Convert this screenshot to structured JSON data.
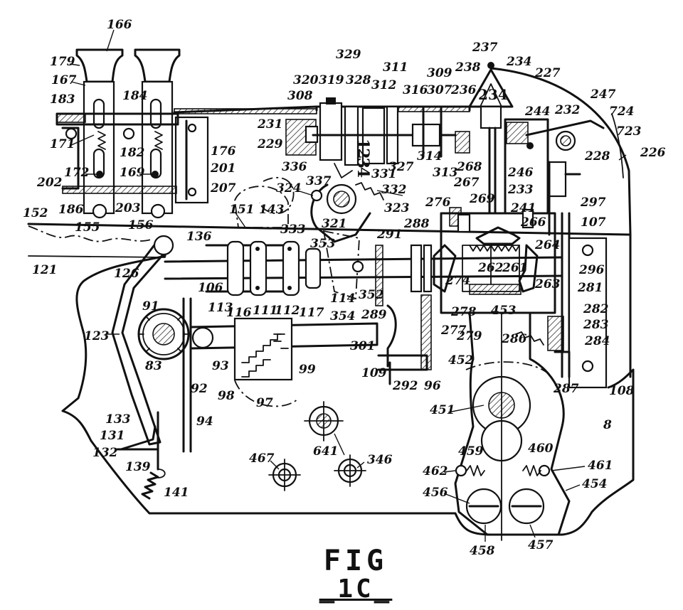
{
  "figure": {
    "word": "FIG",
    "number": "_1C_"
  },
  "counter_digits": {
    "left": "1234",
    "top": "234"
  },
  "reference_numerals": [
    {
      "id": "n166",
      "text": "166"
    },
    {
      "id": "n179",
      "text": "179"
    },
    {
      "id": "n167",
      "text": "167"
    },
    {
      "id": "n183",
      "text": "183"
    },
    {
      "id": "n184",
      "text": "184"
    },
    {
      "id": "n171",
      "text": "171"
    },
    {
      "id": "n182",
      "text": "182"
    },
    {
      "id": "n172",
      "text": "172"
    },
    {
      "id": "n169",
      "text": "169"
    },
    {
      "id": "n202",
      "text": "202"
    },
    {
      "id": "n176",
      "text": "176"
    },
    {
      "id": "n201",
      "text": "201"
    },
    {
      "id": "n207",
      "text": "207"
    },
    {
      "id": "n152",
      "text": "152"
    },
    {
      "id": "n186",
      "text": "186"
    },
    {
      "id": "n203",
      "text": "203"
    },
    {
      "id": "n155",
      "text": "155"
    },
    {
      "id": "n156",
      "text": "156"
    },
    {
      "id": "n136",
      "text": "136"
    },
    {
      "id": "n121",
      "text": "121"
    },
    {
      "id": "n151",
      "text": "151"
    },
    {
      "id": "n143",
      "text": "143"
    },
    {
      "id": "n333",
      "text": "333"
    },
    {
      "id": "n324",
      "text": "324"
    },
    {
      "id": "n320",
      "text": "320"
    },
    {
      "id": "n319",
      "text": "319"
    },
    {
      "id": "n329",
      "text": "329"
    },
    {
      "id": "n328",
      "text": "328"
    },
    {
      "id": "n311",
      "text": "311"
    },
    {
      "id": "n312",
      "text": "312"
    },
    {
      "id": "n316",
      "text": "316"
    },
    {
      "id": "n307",
      "text": "307"
    },
    {
      "id": "n309",
      "text": "309"
    },
    {
      "id": "n236",
      "text": "236"
    },
    {
      "id": "n237",
      "text": "237"
    },
    {
      "id": "n238",
      "text": "238"
    },
    {
      "id": "n234",
      "text": "234"
    },
    {
      "id": "n227",
      "text": "227"
    },
    {
      "id": "n308",
      "text": "308"
    },
    {
      "id": "n231",
      "text": "231"
    },
    {
      "id": "n229",
      "text": "229"
    },
    {
      "id": "n336",
      "text": "336"
    },
    {
      "id": "n337",
      "text": "337"
    },
    {
      "id": "n331",
      "text": "331"
    },
    {
      "id": "n327",
      "text": "327"
    },
    {
      "id": "n314",
      "text": "314"
    },
    {
      "id": "n313",
      "text": "313"
    },
    {
      "id": "n268",
      "text": "268"
    },
    {
      "id": "n267",
      "text": "267"
    },
    {
      "id": "n244",
      "text": "244"
    },
    {
      "id": "n232",
      "text": "232"
    },
    {
      "id": "n247",
      "text": "247"
    },
    {
      "id": "n724",
      "text": "724"
    },
    {
      "id": "n723",
      "text": "723"
    },
    {
      "id": "n228",
      "text": "228"
    },
    {
      "id": "n226",
      "text": "226"
    },
    {
      "id": "n246",
      "text": "246"
    },
    {
      "id": "n233",
      "text": "233"
    },
    {
      "id": "n332",
      "text": "332"
    },
    {
      "id": "n323",
      "text": "323"
    },
    {
      "id": "n276",
      "text": "276"
    },
    {
      "id": "n269",
      "text": "269"
    },
    {
      "id": "n241",
      "text": "241"
    },
    {
      "id": "n266",
      "text": "266"
    },
    {
      "id": "n297",
      "text": "297"
    },
    {
      "id": "n107",
      "text": "107"
    },
    {
      "id": "n321",
      "text": "321"
    },
    {
      "id": "n353",
      "text": "353"
    },
    {
      "id": "n291",
      "text": "291"
    },
    {
      "id": "n288",
      "text": "288"
    },
    {
      "id": "n264",
      "text": "264"
    },
    {
      "id": "n126",
      "text": "126"
    },
    {
      "id": "n106",
      "text": "106"
    },
    {
      "id": "n262",
      "text": "262"
    },
    {
      "id": "n261",
      "text": "261"
    },
    {
      "id": "n296",
      "text": "296"
    },
    {
      "id": "n274",
      "text": "274"
    },
    {
      "id": "n263",
      "text": "263"
    },
    {
      "id": "n281",
      "text": "281"
    },
    {
      "id": "n113",
      "text": "113"
    },
    {
      "id": "n116",
      "text": "116"
    },
    {
      "id": "n111",
      "text": "111"
    },
    {
      "id": "n112",
      "text": "112"
    },
    {
      "id": "n117",
      "text": "117"
    },
    {
      "id": "n114",
      "text": "114"
    },
    {
      "id": "n352",
      "text": "352"
    },
    {
      "id": "n354",
      "text": "354"
    },
    {
      "id": "n289",
      "text": "289"
    },
    {
      "id": "n453",
      "text": "453"
    },
    {
      "id": "n278",
      "text": "278"
    },
    {
      "id": "n282",
      "text": "282"
    },
    {
      "id": "n91",
      "text": "91"
    },
    {
      "id": "n123",
      "text": "123"
    },
    {
      "id": "n83",
      "text": "83"
    },
    {
      "id": "n93",
      "text": "93"
    },
    {
      "id": "n92",
      "text": "92"
    },
    {
      "id": "n98",
      "text": "98"
    },
    {
      "id": "n97",
      "text": "97"
    },
    {
      "id": "n99",
      "text": "99"
    },
    {
      "id": "n277",
      "text": "277"
    },
    {
      "id": "n279",
      "text": "279"
    },
    {
      "id": "n286",
      "text": "286"
    },
    {
      "id": "n283",
      "text": "283"
    },
    {
      "id": "n284",
      "text": "284"
    },
    {
      "id": "n301",
      "text": "301"
    },
    {
      "id": "n109",
      "text": "109"
    },
    {
      "id": "n292",
      "text": "292"
    },
    {
      "id": "n96",
      "text": "96"
    },
    {
      "id": "n452",
      "text": "452"
    },
    {
      "id": "n287",
      "text": "287"
    },
    {
      "id": "n108",
      "text": "108"
    },
    {
      "id": "n94",
      "text": "94"
    },
    {
      "id": "n451",
      "text": "451"
    },
    {
      "id": "n8",
      "text": "8"
    },
    {
      "id": "n133",
      "text": "133"
    },
    {
      "id": "n131",
      "text": "131"
    },
    {
      "id": "n132",
      "text": "132"
    },
    {
      "id": "n139",
      "text": "139"
    },
    {
      "id": "n141",
      "text": "141"
    },
    {
      "id": "n641",
      "text": "641"
    },
    {
      "id": "n467",
      "text": "467"
    },
    {
      "id": "n346",
      "text": "346"
    },
    {
      "id": "n459",
      "text": "459"
    },
    {
      "id": "n460",
      "text": "460"
    },
    {
      "id": "n462",
      "text": "462"
    },
    {
      "id": "n461",
      "text": "461"
    },
    {
      "id": "n456",
      "text": "456"
    },
    {
      "id": "n454",
      "text": "454"
    },
    {
      "id": "n458",
      "text": "458"
    },
    {
      "id": "n457",
      "text": "457"
    }
  ]
}
